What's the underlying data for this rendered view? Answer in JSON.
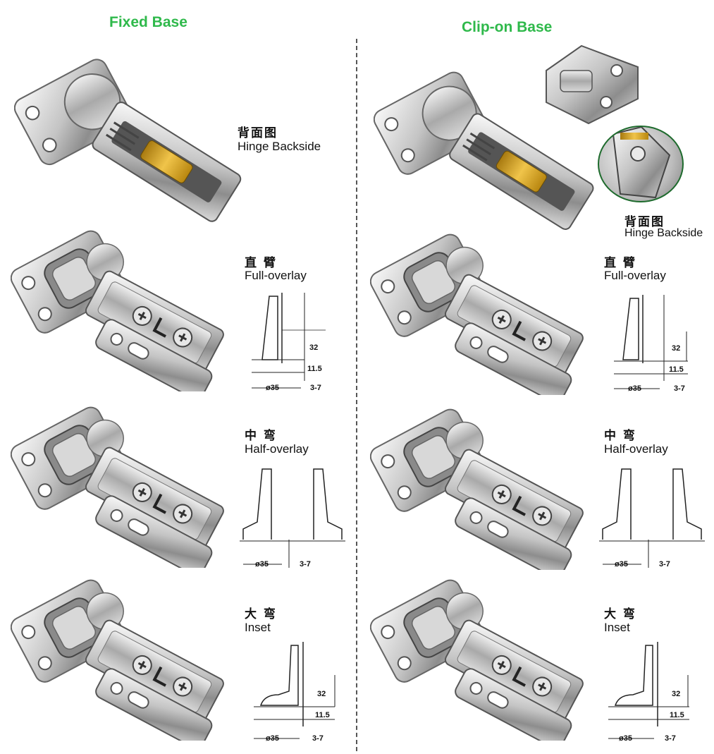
{
  "left": {
    "title": "Fixed Base",
    "backside": {
      "cn": "背面图",
      "en": "Hinge Backside"
    },
    "variants": [
      {
        "cn": "直 臂",
        "en": "Full-overlay"
      },
      {
        "cn": "中 弯",
        "en": "Half-overlay"
      },
      {
        "cn": "大 弯",
        "en": "Inset"
      }
    ]
  },
  "right": {
    "title": "Clip-on Base",
    "backside": {
      "cn": "背面图",
      "en": "Hinge Backside"
    },
    "variants": [
      {
        "cn": "直 臂",
        "en": "Full-overlay"
      },
      {
        "cn": "中 弯",
        "en": "Half-overlay"
      },
      {
        "cn": "大 弯",
        "en": "Inset"
      }
    ]
  },
  "dimensions": {
    "height": "32",
    "offset": "11.5",
    "cup": "ø35",
    "gap": "3-7"
  },
  "colors": {
    "title": "#2fb94b",
    "metal": "#c9c9c9",
    "brass": "#d6a21c",
    "ring": "#1e6b2d"
  }
}
